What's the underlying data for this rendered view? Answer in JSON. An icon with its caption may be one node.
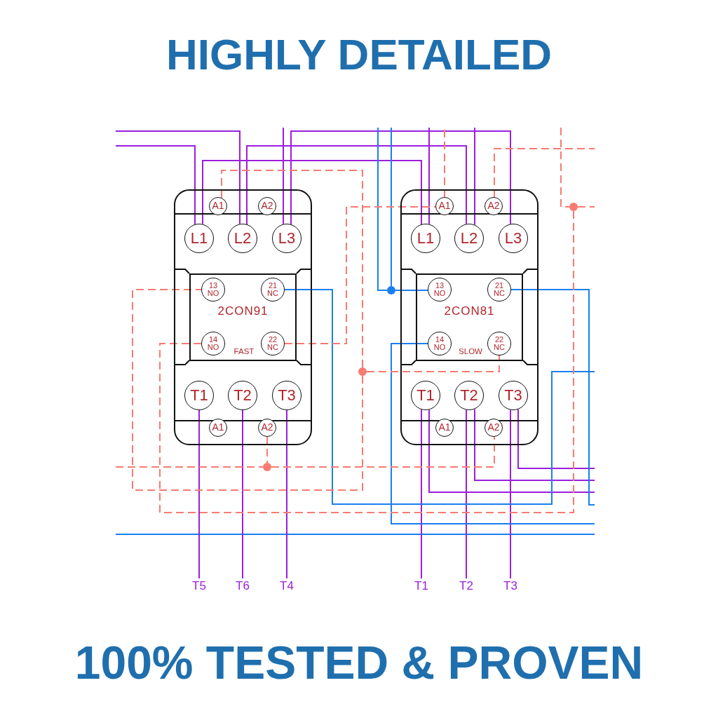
{
  "diagram": {
    "title": "HIGHLY DETAILED",
    "caption": "100% TESTED & PROVEN",
    "nodes": [
      {
        "text": [],
        "shape": "box"
      },
      {
        "text": [
          "2CON91",
          "FAST"
        ],
        "in": 0
      },
      {
        "text": [
          "A1"
        ],
        "in": 0
      },
      {
        "text": [
          "A2"
        ],
        "in": 0
      },
      {
        "text": [
          "L1"
        ],
        "in": 0
      },
      {
        "text": [
          "L2"
        ],
        "in": 0
      },
      {
        "text": [
          "L3"
        ],
        "in": 0
      },
      {
        "text": [
          "13 NO"
        ],
        "in": 1
      },
      {
        "text": [
          "21 NC"
        ],
        "in": 1
      },
      {
        "text": [
          "14 NO"
        ],
        "in": 1
      },
      {
        "text": [
          "22 NC"
        ],
        "in": 1
      },
      {
        "text": [
          "T1"
        ],
        "in": 0
      },
      {
        "text": [
          "T2"
        ],
        "in": 0
      },
      {
        "text": [
          "T3"
        ],
        "in": 0
      },
      {
        "text": [
          "A1"
        ],
        "in": 0
      },
      {
        "text": [
          "A2"
        ],
        "in": 0
      },
      {
        "text": [],
        "shape": "box"
      },
      {
        "text": [
          "2CON81",
          "SLOW"
        ],
        "in": 16
      },
      {
        "text": [
          "A1"
        ],
        "in": 16
      },
      {
        "text": [
          "A2"
        ],
        "in": 16
      },
      {
        "text": [
          "L1"
        ],
        "in": 16
      },
      {
        "text": [
          "L2"
        ],
        "in": 16
      },
      {
        "text": [
          "L3"
        ],
        "in": 16
      },
      {
        "text": [
          "13 NO"
        ],
        "in": 17
      },
      {
        "text": [
          "21 NC"
        ],
        "in": 17
      },
      {
        "text": [
          "14 NO"
        ],
        "in": 17
      },
      {
        "text": [
          "22 NC"
        ],
        "in": 17
      },
      {
        "text": [
          "T1"
        ],
        "in": 16
      },
      {
        "text": [
          "T2"
        ],
        "in": 16
      },
      {
        "text": [
          "T3"
        ],
        "in": 16
      },
      {
        "text": [
          "A1"
        ],
        "in": 16
      },
      {
        "text": [
          "A2"
        ],
        "in": 16
      },
      {
        "text": [
          "T5"
        ]
      },
      {
        "text": [
          "T6"
        ]
      },
      {
        "text": [
          "T4"
        ]
      },
      {
        "text": [
          "T1"
        ]
      },
      {
        "text": [
          "T2"
        ]
      },
      {
        "text": [
          "T3"
        ]
      },
      {
        "text": [],
        "shape": "circle"
      },
      {
        "text": [],
        "shape": "circle"
      },
      {
        "text": [],
        "shape": "circle"
      },
      {
        "text": [],
        "shape": "circle"
      }
    ],
    "edges": [
      {
        "from": null,
        "to": 4,
        "arrow": "none"
      },
      {
        "from": null,
        "to": 5,
        "arrow": "none"
      },
      {
        "from": null,
        "to": 6,
        "arrow": "none"
      },
      {
        "from": 4,
        "to": 20,
        "arrow": "none"
      },
      {
        "from": 5,
        "to": 21,
        "arrow": "none"
      },
      {
        "from": 6,
        "to": 22,
        "arrow": "none"
      },
      {
        "from": 20,
        "to": null,
        "arrow": "none"
      },
      {
        "from": 21,
        "to": null,
        "arrow": "none"
      },
      {
        "from": 11,
        "to": 32,
        "arrow": "none"
      },
      {
        "from": 12,
        "to": 33,
        "arrow": "none"
      },
      {
        "from": 13,
        "to": 34,
        "arrow": "none"
      },
      {
        "from": 27,
        "to": 35,
        "arrow": "none"
      },
      {
        "from": 28,
        "to": 36,
        "arrow": "none"
      },
      {
        "from": 29,
        "to": 37,
        "arrow": "none"
      },
      {
        "from": 27,
        "to": null,
        "arrow": "none"
      },
      {
        "from": 28,
        "to": null,
        "arrow": "none"
      },
      {
        "from": 29,
        "to": null,
        "arrow": "none"
      },
      {
        "from": 8,
        "to": null,
        "arrow": "none",
        "color": "#1a7ff0"
      },
      {
        "from": null,
        "to": 38,
        "arrow": "none",
        "color": "#1a7ff0"
      },
      {
        "from": null,
        "to": 38,
        "arrow": "none",
        "color": "#1a7ff0"
      },
      {
        "from": 38,
        "to": 23,
        "arrow": "none",
        "color": "#1a7ff0"
      },
      {
        "from": 25,
        "to": null,
        "arrow": "none",
        "color": "#1a7ff0"
      },
      {
        "from": 24,
        "to": null,
        "arrow": "none",
        "color": "#1a7ff0"
      },
      {
        "from": 2,
        "to": 39,
        "arrow": "none",
        "style": "dashed",
        "color": "#f77b72"
      },
      {
        "from": 39,
        "to": 26,
        "arrow": "none",
        "style": "dashed",
        "color": "#f77b72"
      },
      {
        "from": 39,
        "to": 7,
        "arrow": "none",
        "style": "dashed",
        "color": "#f77b72"
      },
      {
        "from": 10,
        "to": 18,
        "arrow": "none",
        "style": "dashed",
        "color": "#f77b72"
      },
      {
        "from": 18,
        "to": null,
        "arrow": "none",
        "style": "dashed",
        "color": "#f77b72"
      },
      {
        "from": 19,
        "to": null,
        "arrow": "none",
        "style": "dashed",
        "color": "#f77b72"
      },
      {
        "from": 9,
        "to": 41,
        "arrow": "none",
        "style": "dashed",
        "color": "#f77b72"
      },
      {
        "from": null,
        "to": 41,
        "arrow": "none",
        "style": "dashed",
        "color": "#f77b72"
      },
      {
        "from": 41,
        "to": null,
        "arrow": "none",
        "style": "dashed",
        "color": "#f77b72"
      },
      {
        "from": null,
        "to": 40,
        "arrow": "none",
        "style": "dashed",
        "color": "#f77b72"
      },
      {
        "from": 15,
        "to": 40,
        "arrow": "none",
        "style": "dashed",
        "color": "#f77b72"
      },
      {
        "from": 40,
        "to": 31,
        "arrow": "none",
        "style": "dashed",
        "color": "#f77b72"
      }
    ]
  }
}
